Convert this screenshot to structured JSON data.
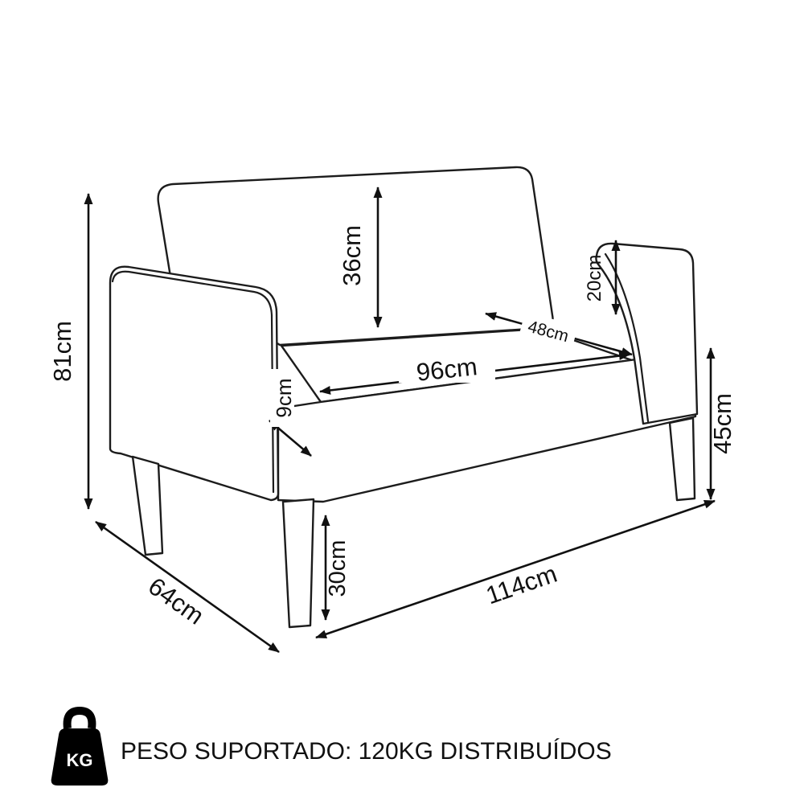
{
  "diagram": {
    "title": "sofa-dimensions-diagram",
    "dimensions": {
      "total_height": "81cm",
      "backrest_height": "36cm",
      "cushion_height": "20cm",
      "seat_width": "96cm",
      "seat_depth": "48cm",
      "arm_width": "9cm",
      "seat_height": "45cm",
      "leg_height": "30cm",
      "total_depth": "64cm",
      "total_width": "114cm"
    },
    "footer": {
      "icon_label": "KG",
      "text": "PESO SUPORTADO: 120KG DISTRIBUÍDOS"
    },
    "colors": {
      "line": "#1c1c1c",
      "background": "#ffffff",
      "icon": "#000000"
    }
  }
}
